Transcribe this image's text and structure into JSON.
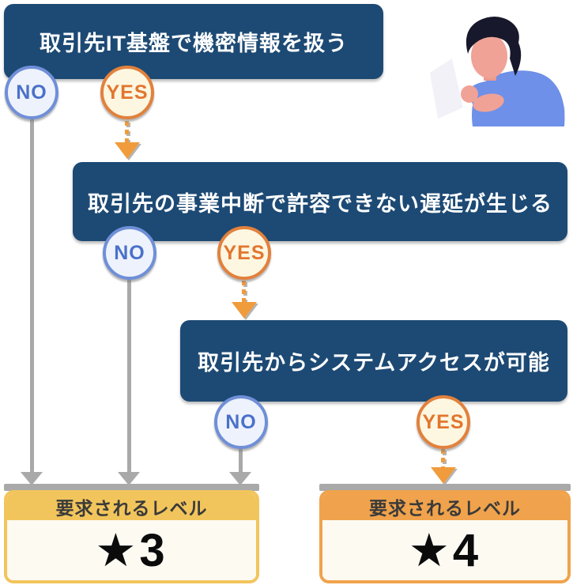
{
  "questions": [
    {
      "text": "取引先IT基盤で機密情報を扱う",
      "no_label": "NO",
      "yes_label": "YES"
    },
    {
      "text": "取引先の事業中断で許容できない遅延が生じる",
      "no_label": "NO",
      "yes_label": "YES"
    },
    {
      "text": "取引先からシステムアクセスが可能",
      "no_label": "NO",
      "yes_label": "YES"
    }
  ],
  "results": [
    {
      "header": "要求されるレベル",
      "level": "★3"
    },
    {
      "header": "要求されるレベル",
      "level": "★4"
    }
  ],
  "colors": {
    "question_box": "#1d4a74",
    "no_border": "#6f8fd8",
    "no_fill": "#eef2fc",
    "no_text": "#4a71c9",
    "yes_border": "#e2813c",
    "yes_fill": "#fdf7e1",
    "yes_text": "#e2762f",
    "no_line_gray": "#a9a9a9",
    "yes_arrow_orange": "#f09c3d",
    "result_left_accent": "#f2c55c",
    "result_right_accent": "#f0a34c",
    "result_body": "#fdfaf2"
  }
}
